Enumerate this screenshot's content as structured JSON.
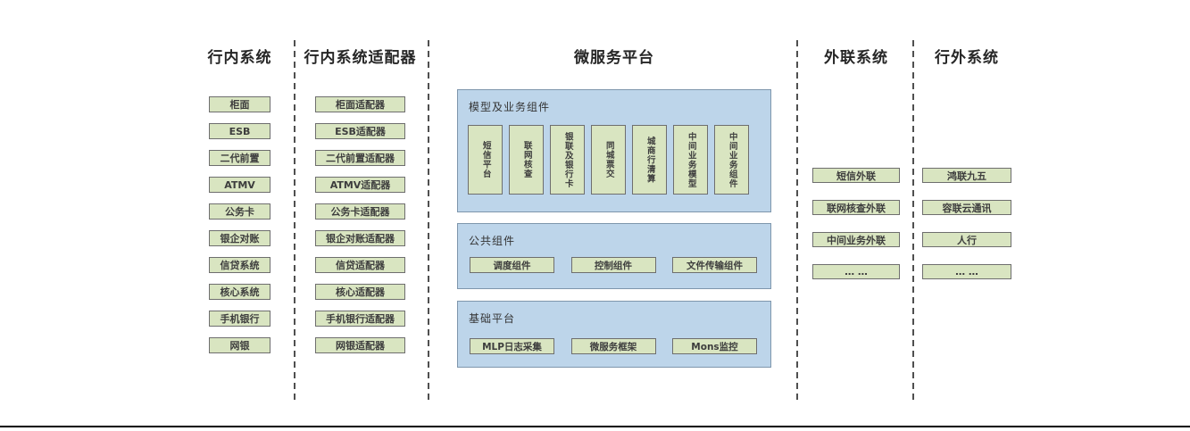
{
  "columns": [
    {
      "title": "行内系统",
      "items": [
        "柜面",
        "ESB",
        "二代前置",
        "ATMV",
        "公务卡",
        "银企对账",
        "信贷系统",
        "核心系统",
        "手机银行",
        "网银"
      ]
    },
    {
      "title": "行内系统适配器",
      "items": [
        "柜面适配器",
        "ESB适配器",
        "二代前置适配器",
        "ATMV适配器",
        "公务卡适配器",
        "银企对账适配器",
        "信贷适配器",
        "核心适配器",
        "手机银行适配器",
        "网银适配器"
      ]
    },
    {
      "title": "外联系统",
      "items": [
        "短信外联",
        "联网核查外联",
        "中间业务外联",
        "… …"
      ]
    },
    {
      "title": "行外系统",
      "items": [
        "鸿联九五",
        "容联云通讯",
        "人行",
        "… …"
      ]
    }
  ],
  "platform": {
    "title": "微服务平台",
    "panels": [
      {
        "label": "模型及业务组件",
        "items": [
          "短信平台",
          "联网核查",
          "银联及银行卡",
          "同城票交",
          "城商行清算",
          "中间业务模型",
          "中间业务组件"
        ]
      },
      {
        "label": "公共组件",
        "items": [
          "调度组件",
          "控制组件",
          "文件传输组件"
        ]
      },
      {
        "label": "基础平台",
        "items": [
          "MLP日志采集",
          "微服务框架",
          "Mons监控"
        ]
      }
    ]
  },
  "colors": {
    "chip_fill": "#d9e5c1",
    "chip_border": "#6e6e6e",
    "panel_fill": "#bdd5ea",
    "panel_border": "#7e96ac",
    "separator": "#4f4f4f",
    "bottom_rule": "#000000"
  }
}
